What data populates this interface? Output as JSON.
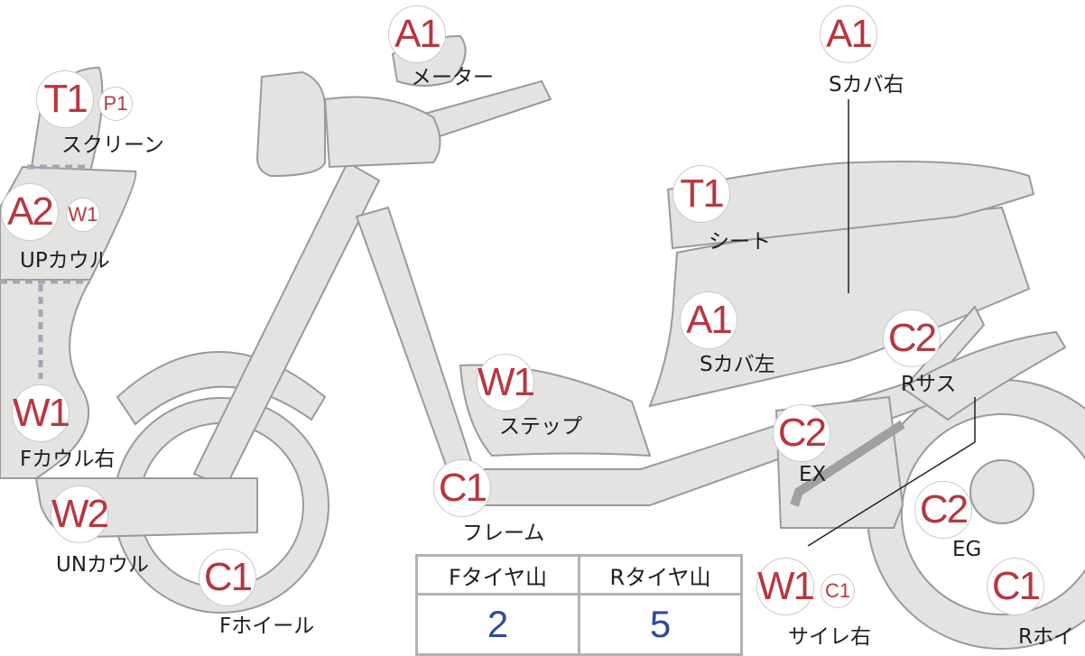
{
  "colors": {
    "badge": "#b8363f",
    "part_fill": "#e3e3e1",
    "part_stroke": "#9a9a9a",
    "value": "#2d4a9a"
  },
  "parts": [
    {
      "id": "meter",
      "code": "A1",
      "name": "メーター"
    },
    {
      "id": "scover-right",
      "code": "A1",
      "name": "Sカバ右"
    },
    {
      "id": "screen",
      "code": "T1",
      "sub": "P1",
      "name": "スクリーン"
    },
    {
      "id": "up-cowl",
      "code": "A2",
      "sub": "W1",
      "name": "UPカウル"
    },
    {
      "id": "seat",
      "code": "T1",
      "name": "シート"
    },
    {
      "id": "scover-left",
      "code": "A1",
      "name": "Sカバ左"
    },
    {
      "id": "rear-sus",
      "code": "C2",
      "name": "Rサス"
    },
    {
      "id": "step",
      "code": "W1",
      "name": "ステップ"
    },
    {
      "id": "f-cowl-right",
      "code": "W1",
      "name": "Fカウル右"
    },
    {
      "id": "ex",
      "code": "C2",
      "name": "EX"
    },
    {
      "id": "frame",
      "code": "C1",
      "name": "フレーム"
    },
    {
      "id": "un-cowl",
      "code": "W2",
      "name": "UNカウル"
    },
    {
      "id": "eg",
      "code": "C2",
      "name": "EG"
    },
    {
      "id": "f-wheel",
      "code": "C1",
      "name": "Fホイール"
    },
    {
      "id": "silencer-right",
      "code": "W1",
      "sub": "C1",
      "name": "サイレ右"
    },
    {
      "id": "r-wheel",
      "code": "C1",
      "name": "Rホイ"
    }
  ],
  "tire_table": {
    "headers": [
      "Fタイヤ山",
      "Rタイヤ山"
    ],
    "values": [
      "2",
      "5"
    ]
  }
}
